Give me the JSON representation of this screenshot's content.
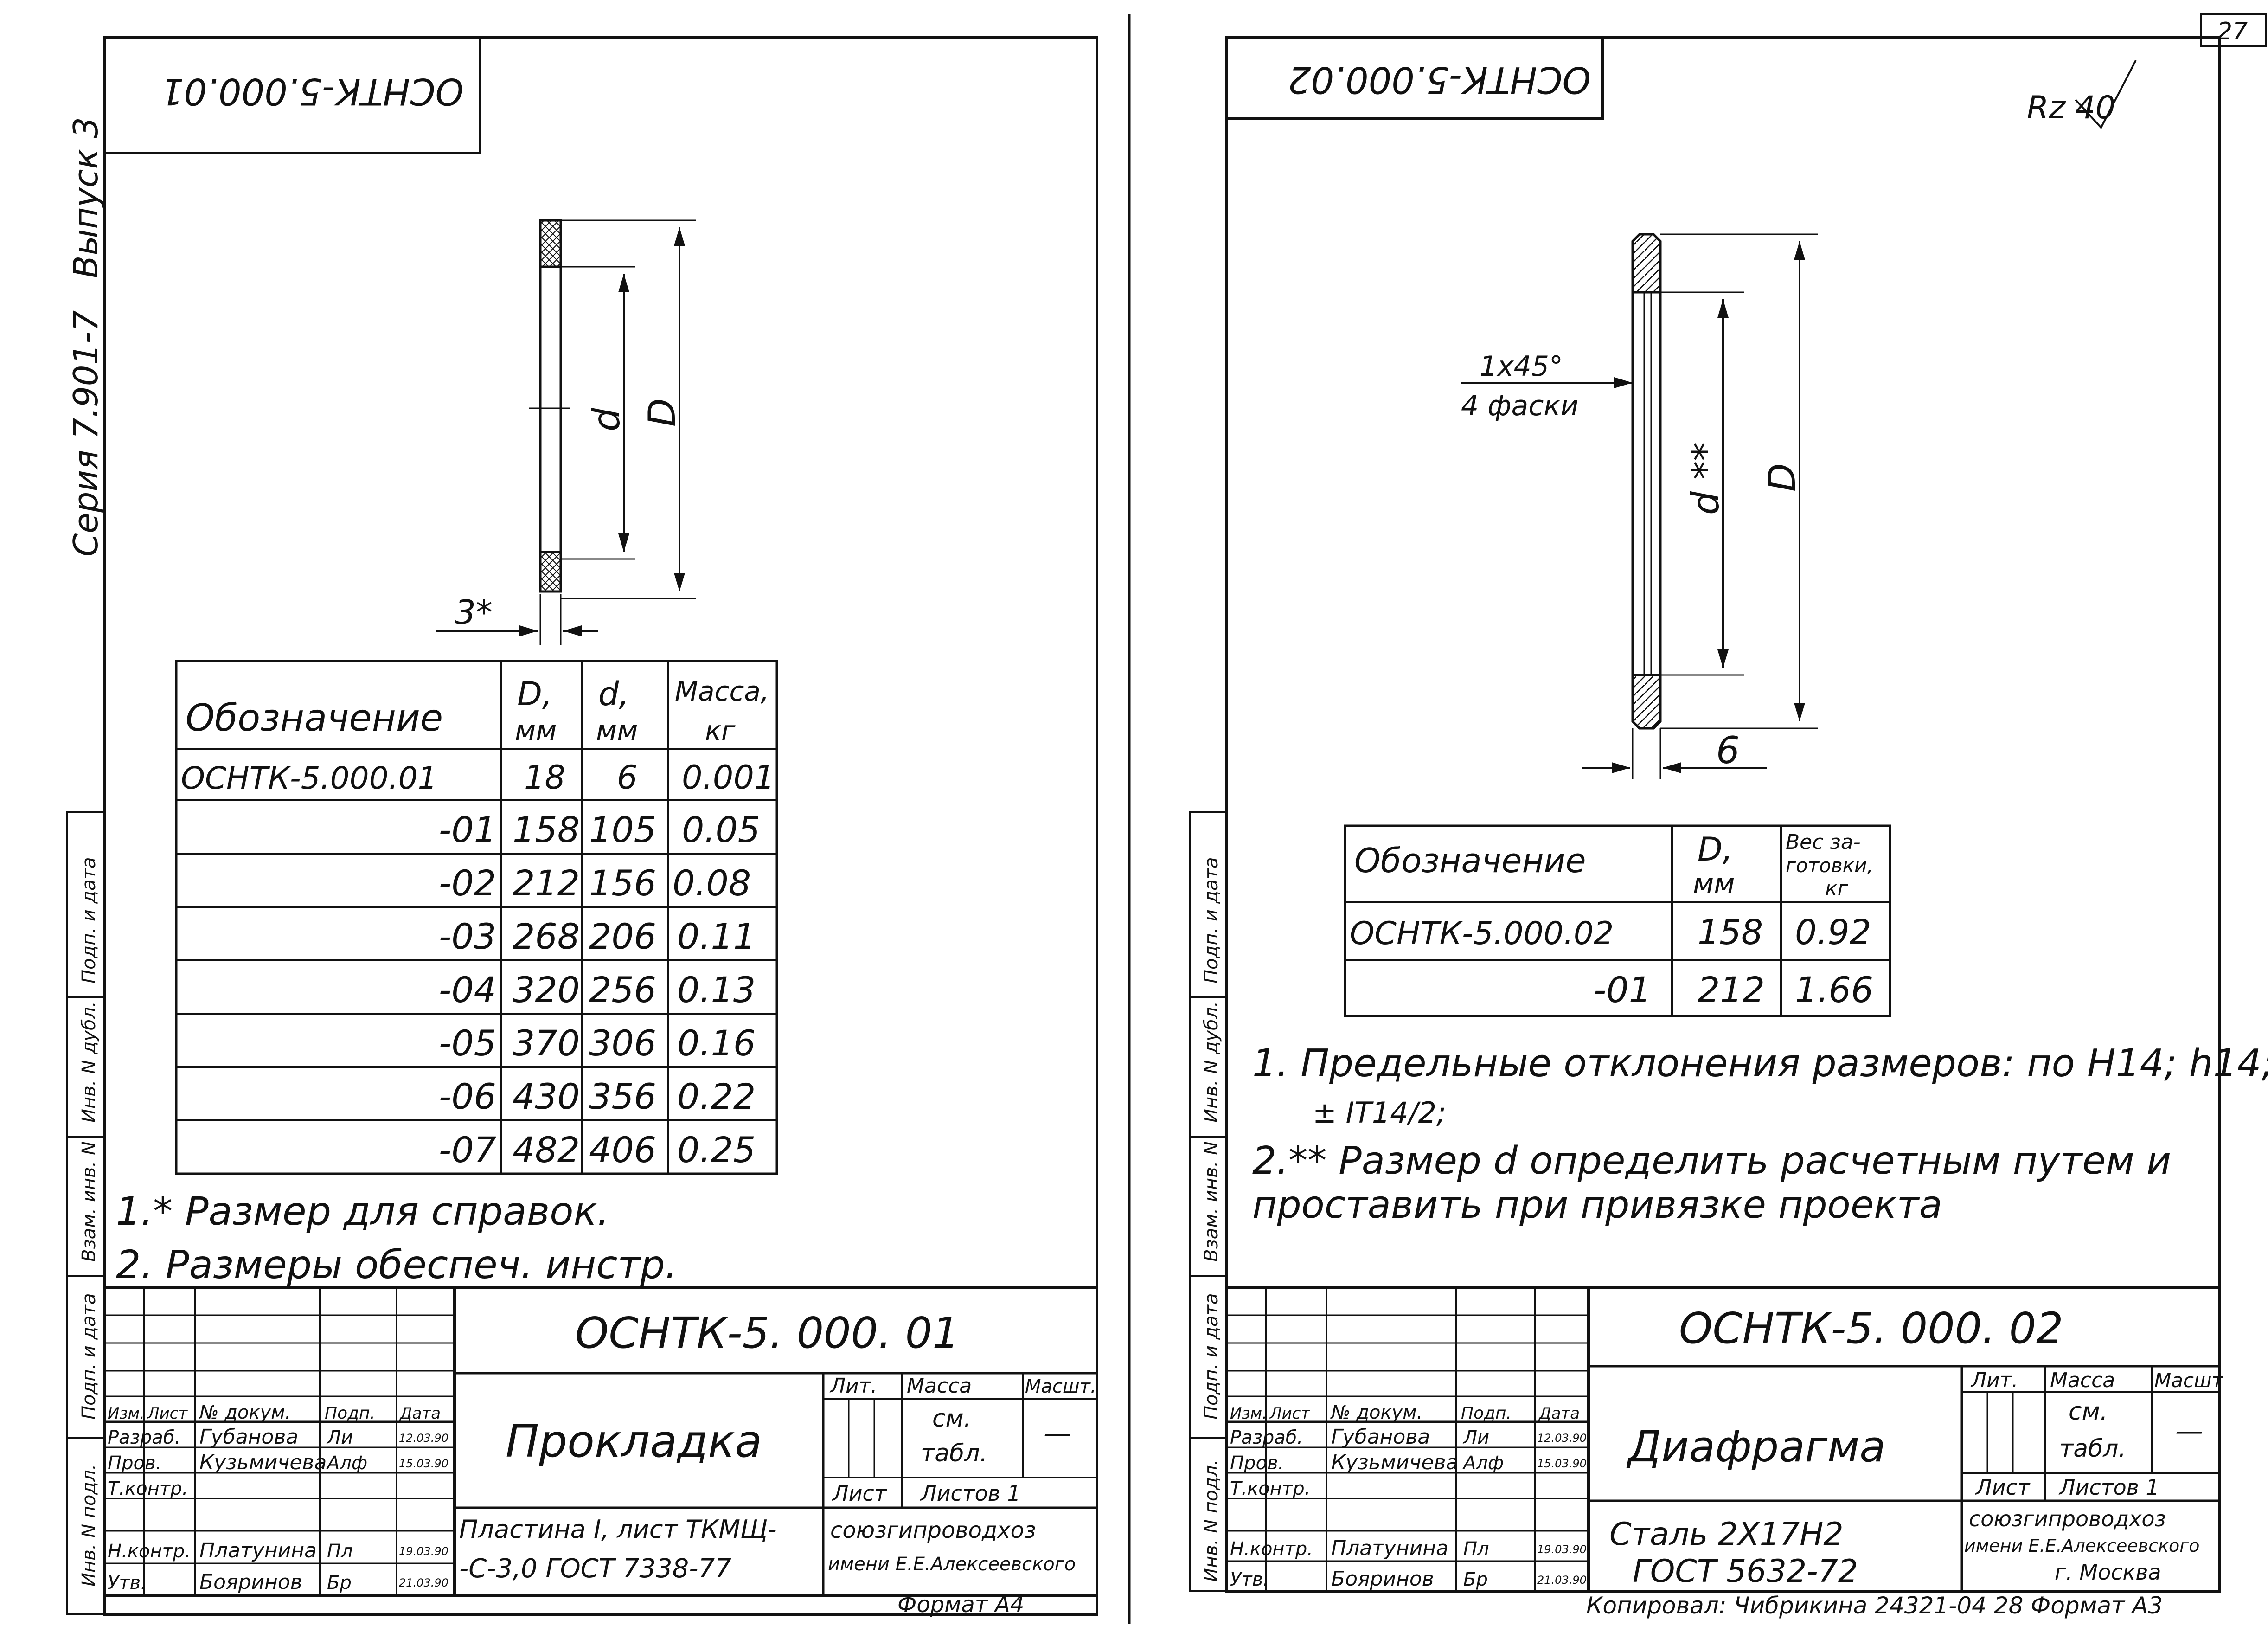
{
  "sheet_number": "27",
  "series": {
    "series_text": "Серия 7.901-7",
    "issue_text": "Выпуск 3"
  },
  "left": {
    "code_stamp": "ОСНТК-5.000.01",
    "dims": {
      "outer": "D",
      "inner": "d",
      "thickness": "3*"
    },
    "table": {
      "headers": [
        "Обозначение",
        "D,",
        "мм",
        "d,",
        "мм",
        "Масса,",
        "кг"
      ],
      "rows": [
        {
          "designation": "ОСНТК-5.000.01",
          "D": "18",
          "d": "6",
          "mass": "0.001"
        },
        {
          "designation": "-01",
          "D": "158",
          "d": "105",
          "mass": "0.05"
        },
        {
          "designation": "-02",
          "D": "212",
          "d": "156",
          "mass": "0.08"
        },
        {
          "designation": "-03",
          "D": "268",
          "d": "206",
          "mass": "0.11"
        },
        {
          "designation": "-04",
          "D": "320",
          "d": "256",
          "mass": "0.13"
        },
        {
          "designation": "-05",
          "D": "370",
          "d": "306",
          "mass": "0.16"
        },
        {
          "designation": "-06",
          "D": "430",
          "d": "356",
          "mass": "0.22"
        },
        {
          "designation": "-07",
          "D": "482",
          "d": "406",
          "mass": "0.25"
        }
      ]
    },
    "notes": [
      "1.* Размер для справок.",
      "2. Размеры обеспеч. инстр."
    ],
    "title_block": {
      "code": "ОСНТК-5. 000. 01",
      "name": "Прокладка",
      "material_1": "Пластина I, лист ТКМЩ-",
      "material_2": "-С-3,0 ГОСТ 7338-77",
      "lit": "Лит.",
      "mass": "Масса",
      "scale": "Масшт.",
      "mass_val_1": "см.",
      "mass_val_2": "табл.",
      "scale_val": "—",
      "sheet": "Лист",
      "sheets": "Листов 1",
      "org_1": "союзгипроводхоз",
      "org_2": "имени Е.Е.Алексеевского",
      "hdr": [
        "Изм.",
        "Лист",
        "№ докум.",
        "Подп.",
        "Дата"
      ],
      "people": [
        {
          "role": "Разраб.",
          "name": "Губанова",
          "sign": "Ли",
          "date": "12.03.90"
        },
        {
          "role": "Пров.",
          "name": "Кузьмичева",
          "sign": "Алф",
          "date": "15.03.90"
        },
        {
          "role": "Т.контр.",
          "name": "",
          "sign": "",
          "date": ""
        },
        {
          "role": "Н.контр.",
          "name": "Платунина",
          "sign": "Пл",
          "date": "19.03.90"
        },
        {
          "role": "Утв.",
          "name": "Бояринов",
          "sign": "Бр",
          "date": "21.03.90"
        }
      ]
    },
    "format": "Формат А4"
  },
  "right": {
    "code_stamp": "ОСНТК-5.000.02",
    "roughness": "Rz 40",
    "chamfer_1": "1x45°",
    "chamfer_2": "4 фаски",
    "dims": {
      "outer": "D",
      "inner": "d **",
      "thickness": "6"
    },
    "table": {
      "headers": [
        "Обозначение",
        "D,",
        "мм",
        "Вес за-",
        "готовки,",
        "кг"
      ],
      "rows": [
        {
          "designation": "ОСНТК-5.000.02",
          "D": "158",
          "weight": "0.92"
        },
        {
          "designation": "-01",
          "D": "212",
          "weight": "1.66"
        }
      ]
    },
    "notes": [
      "1. Предельные отклонения размеров: по H14; h14;",
      "± IT14/2;",
      "2.** Размер d определить расчетным путем и",
      "проставить при привязке проекта"
    ],
    "title_block": {
      "code": "ОСНТК-5. 000. 02",
      "name": "Диафрагма",
      "material_1": "Сталь 2Х17Н2",
      "material_2": "ГОСТ 5632-72",
      "lit": "Лит.",
      "mass": "Масса",
      "scale": "Масшт",
      "mass_val_1": "см.",
      "mass_val_2": "табл.",
      "scale_val": "—",
      "sheet": "Лист",
      "sheets": "Листов 1",
      "org_1": "союзгипроводхоз",
      "org_2": "имени Е.Е.Алексеевского",
      "org_3": "г. Москва",
      "hdr": [
        "Изм.",
        "Лист",
        "№ докум.",
        "Подп.",
        "Дата"
      ],
      "people": [
        {
          "role": "Разраб.",
          "name": "Губанова",
          "sign": "Ли",
          "date": "12.03.90"
        },
        {
          "role": "Пров.",
          "name": "Кузьмичева",
          "sign": "Алф",
          "date": "15.03.90"
        },
        {
          "role": "Т.контр.",
          "name": "",
          "sign": "",
          "date": ""
        },
        {
          "role": "Н.контр.",
          "name": "Платунина",
          "sign": "Пл",
          "date": "19.03.90"
        },
        {
          "role": "Утв.",
          "name": "Бояринов",
          "sign": "Бр",
          "date": "21.03.90"
        }
      ]
    },
    "footer": "Копировал: Чибрикина 24321-04 28 Формат А3"
  },
  "side_labels": [
    "Инв. N подл.",
    "Подп. и дата",
    "Взам. инв. N",
    "Инв. N дубл.",
    "Подп. и дата"
  ]
}
